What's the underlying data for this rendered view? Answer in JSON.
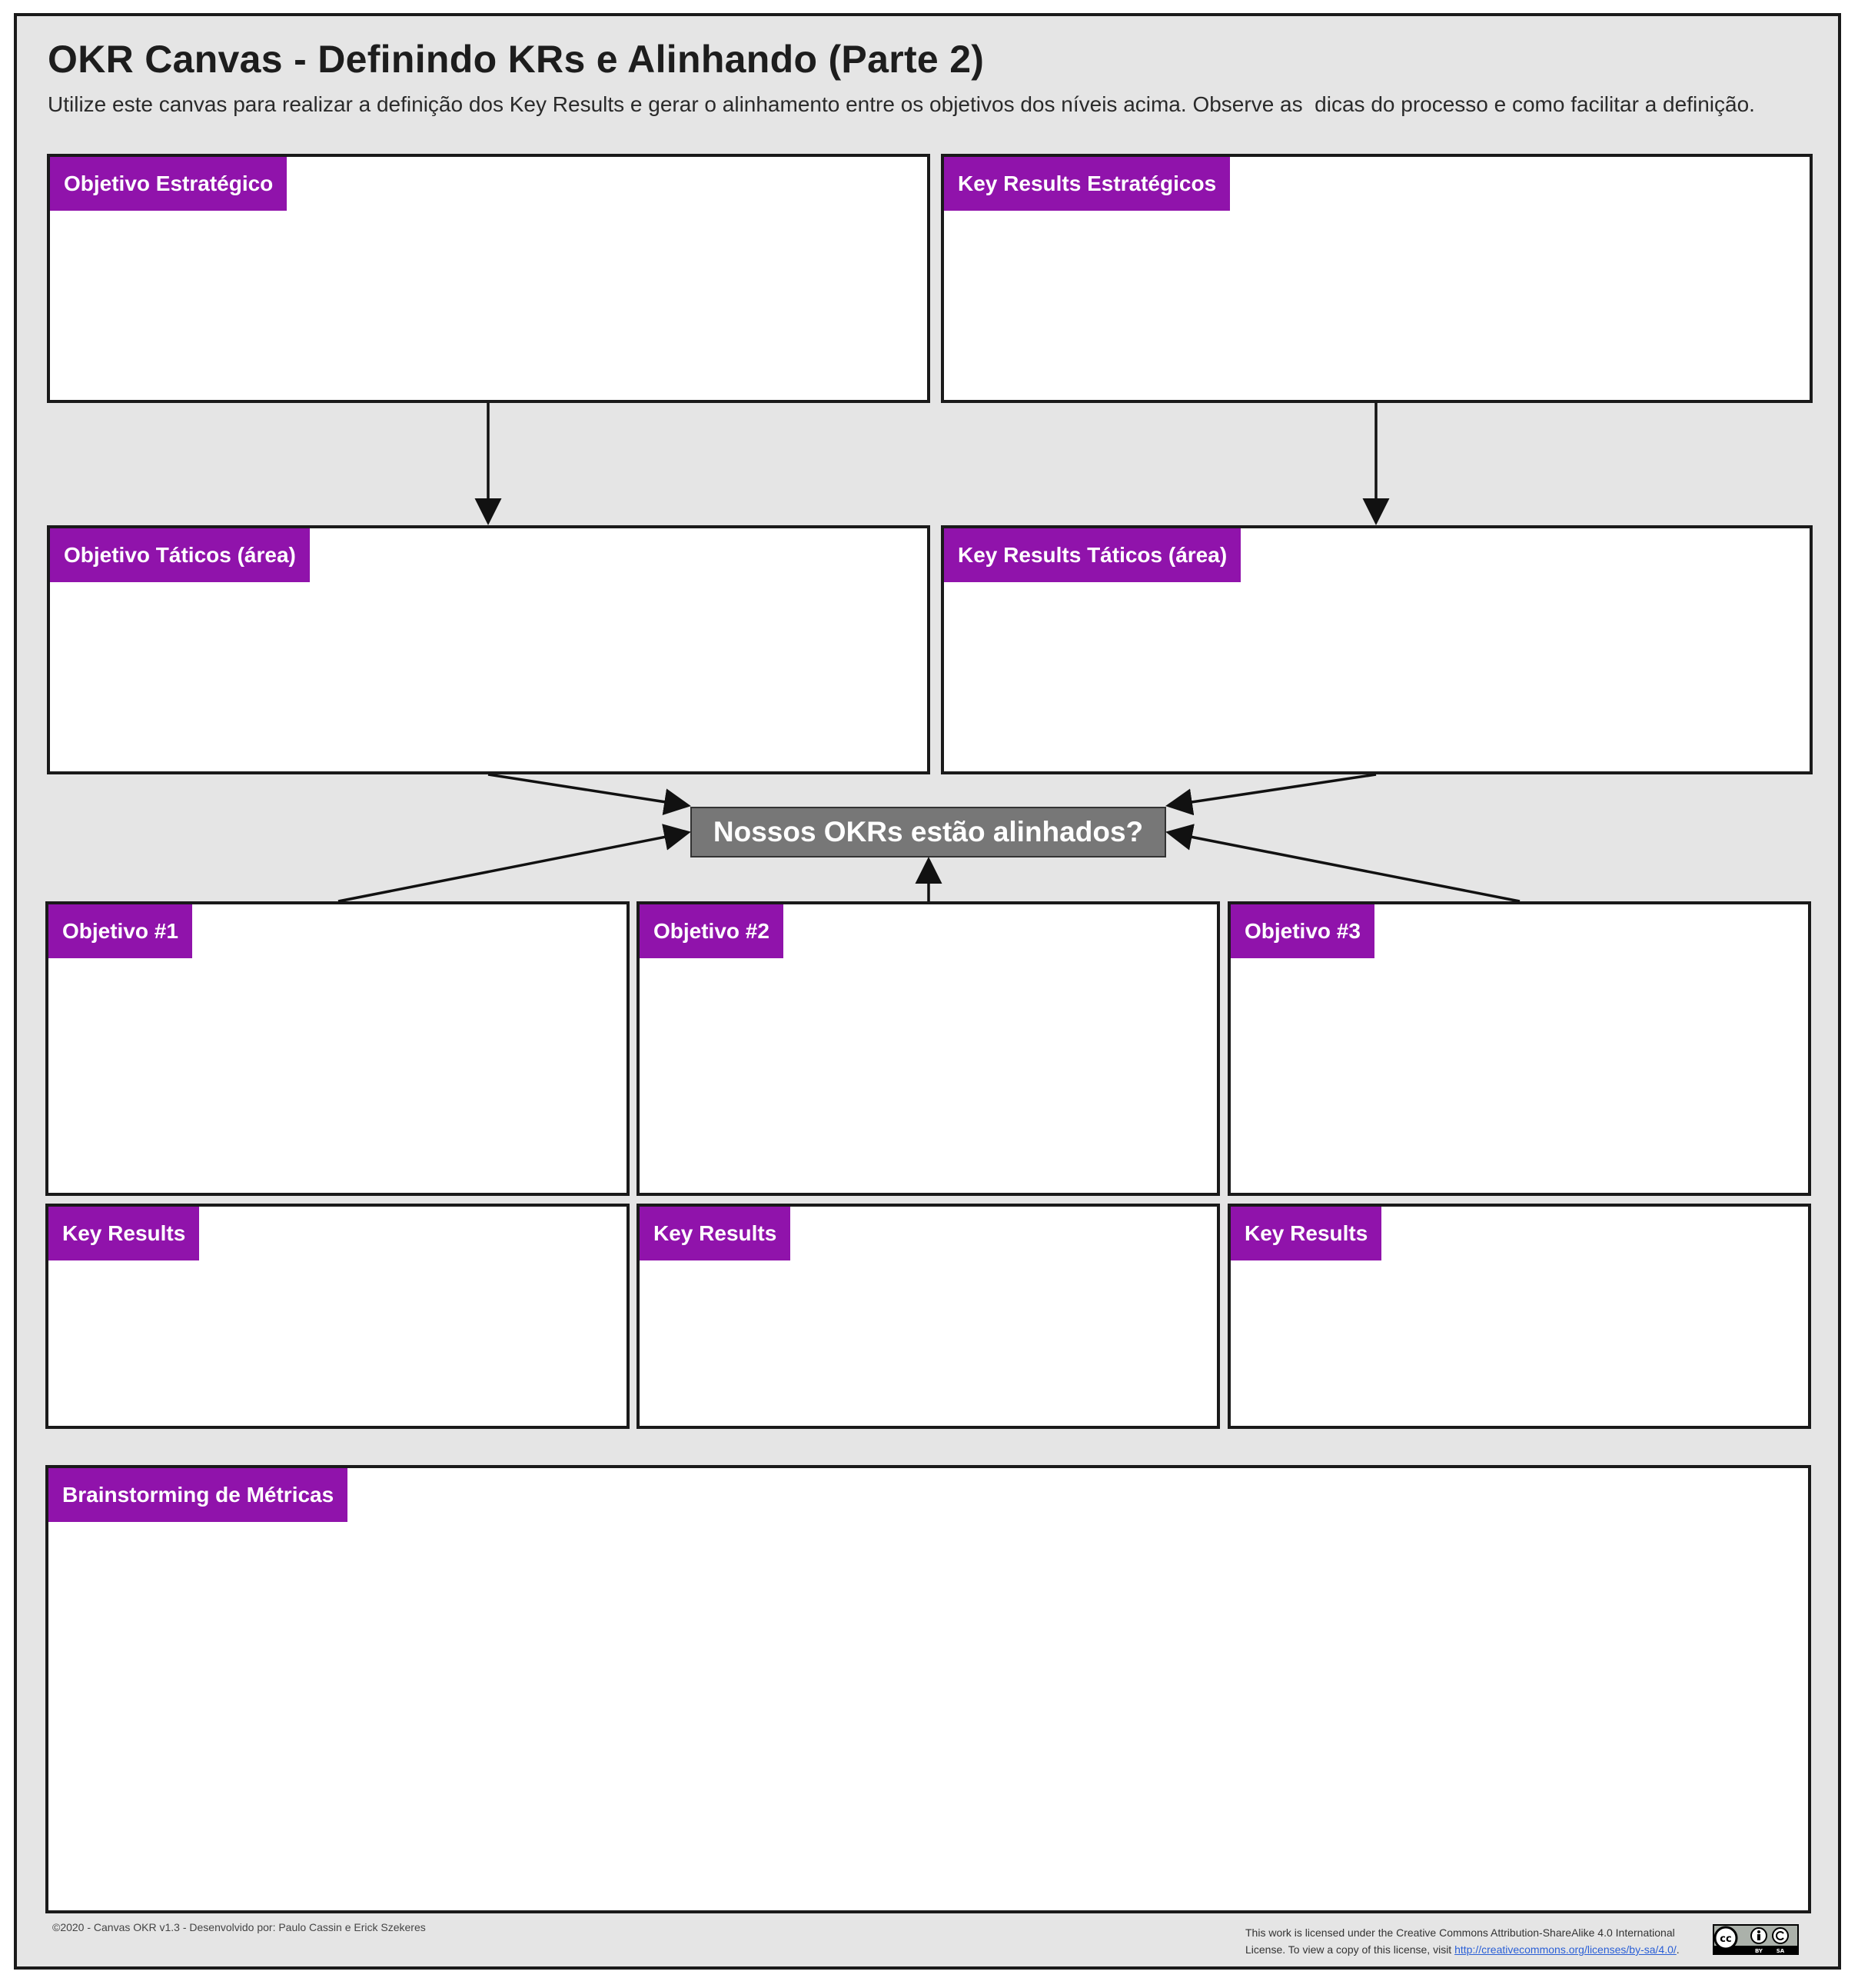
{
  "header": {
    "title": "OKR Canvas - Definindo KRs e Alinhando (Parte 2)",
    "subtitle": "Utilize este canvas para realizar a definição dos Key Results e gerar o alinhamento entre os objetivos dos níveis acima. Observe as  dicas do processo e como facilitar a definição."
  },
  "boxes": {
    "objetivo_estrategico": "Objetivo Estratégico",
    "kr_estrategicos": "Key Results Estratégicos",
    "objetivo_taticos": "Objetivo Táticos (área)",
    "kr_taticos": "Key Results Táticos (área)",
    "objetivo_1": "Objetivo #1",
    "objetivo_2": "Objetivo #2",
    "objetivo_3": "Objetivo #3",
    "kr_1": "Key Results",
    "kr_2": "Key Results",
    "kr_3": "Key Results",
    "brainstorming": "Brainstorming de Métricas"
  },
  "center": {
    "label": "Nossos OKRs estão alinhados?"
  },
  "footer": {
    "credits": "©2020 - Canvas OKR v1.3 - Desenvolvido por: Paulo Cassin e Erick Szekeres",
    "license_text": "This work is licensed under the Creative Commons Attribution-ShareAlike 4.0 International License. To view a copy of this license, visit ",
    "license_link": "http://creativecommons.org/licenses/by-sa/4.0/",
    "license_end": ".",
    "badge_cc": "cc",
    "badge_by": "BY",
    "badge_sa": "SA"
  },
  "colors": {
    "tag": "#9013ab",
    "background": "#e5e5e5",
    "center_box": "#777777"
  }
}
